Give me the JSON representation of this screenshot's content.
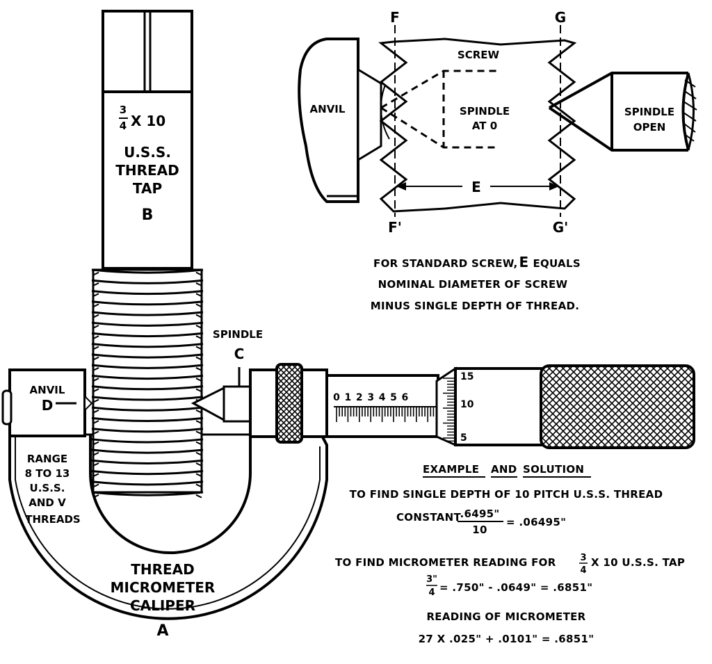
{
  "tap": {
    "frac_num": "3",
    "frac_den": "4",
    "size": "X 10",
    "line1": "U.S.S.",
    "line2": "THREAD",
    "line3": "TAP",
    "letter": "B"
  },
  "caliper": {
    "anvil_label": "ANVIL",
    "anvil_letter": "D",
    "range_lines": [
      "RANGE",
      "8 TO 13",
      "U.S.S.",
      "AND V",
      "THREADS"
    ],
    "spindle_label": "SPINDLE",
    "spindle_letter": "C",
    "title_lines": [
      "THREAD",
      "MICROMETER",
      "CALIPER"
    ],
    "letter": "A",
    "sleeve_scale": [
      "0",
      "1",
      "2",
      "3",
      "4",
      "5",
      "6"
    ],
    "thimble_scale": [
      "15",
      "10",
      "5"
    ]
  },
  "detail": {
    "f_top": "F",
    "f_bottom": "F'",
    "g_top": "G",
    "g_bottom": "G'",
    "screw": "SCREW",
    "anvil": "ANVIL",
    "spindle_at0_1": "SPINDLE",
    "spindle_at0_2": "AT 0",
    "spindle_open_1": "SPINDLE",
    "spindle_open_2": "OPEN",
    "e_label": "E"
  },
  "note": {
    "line1_pre": "FOR STANDARD SCREW,",
    "line1_e": "E",
    "line1_post": "EQUALS",
    "line2": "NOMINAL DIAMETER OF SCREW",
    "line3": "MINUS SINGLE DEPTH OF THREAD."
  },
  "example": {
    "heading_1": "EXAMPLE",
    "heading_2": "AND",
    "heading_3": "SOLUTION",
    "line1": "TO FIND SINGLE DEPTH OF 10 PITCH U.S.S. THREAD",
    "constant_label": "CONSTANT",
    "constant_num": ".6495\"",
    "constant_den": "10",
    "constant_result": "= .06495\"",
    "line2_pre": "TO FIND MICROMETER READING FOR",
    "line2_frac_num": "3",
    "line2_frac_den": "4",
    "line2_post": "X 10 U.S.S. TAP",
    "calc_frac_num": "3\"",
    "calc_frac_den": "4",
    "calc_rest": "= .750\" - .0649\" = .6851\"",
    "line3": "READING OF MICROMETER",
    "line4": "27 X .025\" + .0101\" = .6851\""
  }
}
